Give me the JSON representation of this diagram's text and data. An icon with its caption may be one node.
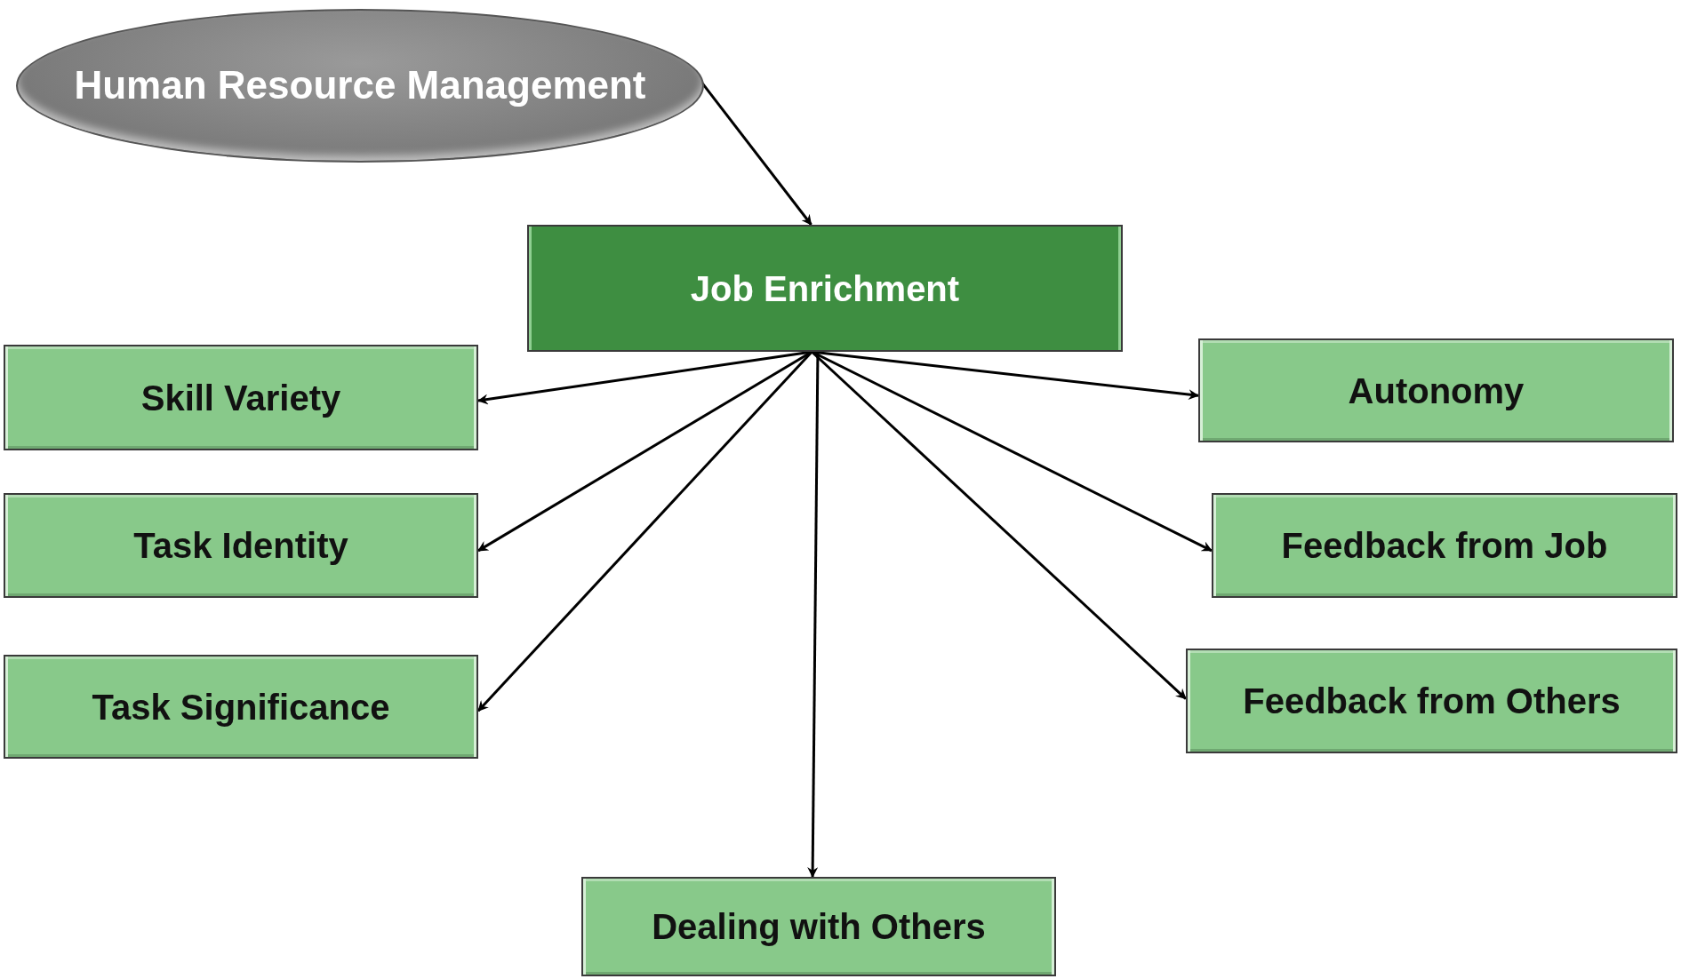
{
  "diagram": {
    "nodes": [
      {
        "text": [
          "Human Resource Management"
        ]
      },
      {
        "text": [
          "Job Enrichment"
        ]
      },
      {
        "text": [
          "Skill Variety"
        ]
      },
      {
        "text": [
          "Task Identity"
        ]
      },
      {
        "text": [
          "Task Significance"
        ]
      },
      {
        "text": [
          "Autonomy"
        ]
      },
      {
        "text": [
          "Feedback from Job"
        ]
      },
      {
        "text": [
          "Feedback from Others"
        ]
      },
      {
        "text": [
          "Dealing with Others"
        ]
      }
    ],
    "edges": [
      {
        "from": 0,
        "to": 1,
        "arrow": "to"
      },
      {
        "from": 1,
        "to": 2,
        "arrow": "to"
      },
      {
        "from": 1,
        "to": 3,
        "arrow": "to"
      },
      {
        "from": 1,
        "to": 4,
        "arrow": "to"
      },
      {
        "from": 1,
        "to": 5,
        "arrow": "to"
      },
      {
        "from": 1,
        "to": 6,
        "arrow": "to"
      },
      {
        "from": 1,
        "to": 7,
        "arrow": "to"
      },
      {
        "from": 1,
        "to": 8,
        "arrow": "to"
      }
    ]
  }
}
